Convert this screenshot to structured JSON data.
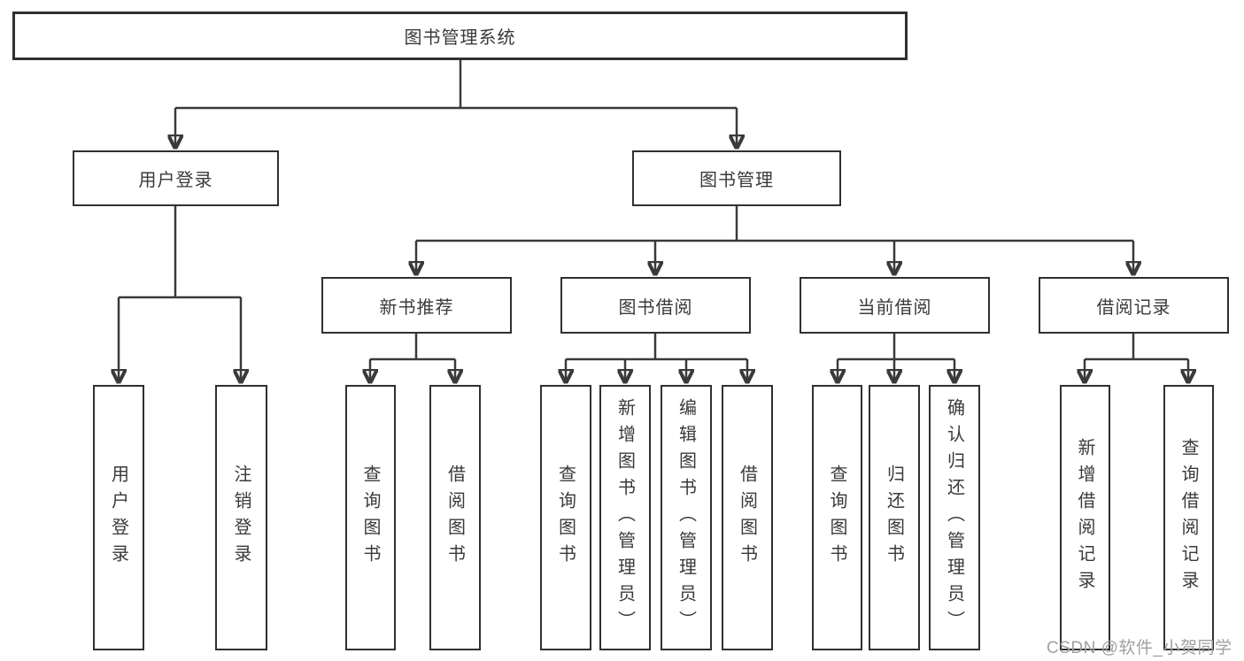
{
  "colors": {
    "line": "#3a3a3a",
    "box_border": "#303030",
    "text": "#3a3a3a",
    "watermark": "#a0a0a0",
    "background": "#ffffff"
  },
  "watermark": {
    "text": "CSDN @软件_小贺同学"
  },
  "tree": {
    "root": {
      "label": "图书管理系统"
    },
    "branches": [
      {
        "label": "用户登录",
        "children": [
          {
            "label": "用户登录"
          },
          {
            "label": "注销登录"
          }
        ]
      },
      {
        "label": "图书管理",
        "children": [
          {
            "label": "新书推荐",
            "children": [
              {
                "label": "查询图书"
              },
              {
                "label": "借阅图书"
              }
            ]
          },
          {
            "label": "图书借阅",
            "children": [
              {
                "label": "查询图书"
              },
              {
                "label": "新增图书（管理员）"
              },
              {
                "label": "编辑图书（管理员）"
              },
              {
                "label": "借阅图书"
              }
            ]
          },
          {
            "label": "当前借阅",
            "children": [
              {
                "label": "查询图书"
              },
              {
                "label": "归还图书"
              },
              {
                "label": "确认归还（管理员）"
              }
            ]
          },
          {
            "label": "借阅记录",
            "children": [
              {
                "label": "新增借阅记录"
              },
              {
                "label": "查询借阅记录"
              }
            ]
          }
        ]
      }
    ]
  }
}
